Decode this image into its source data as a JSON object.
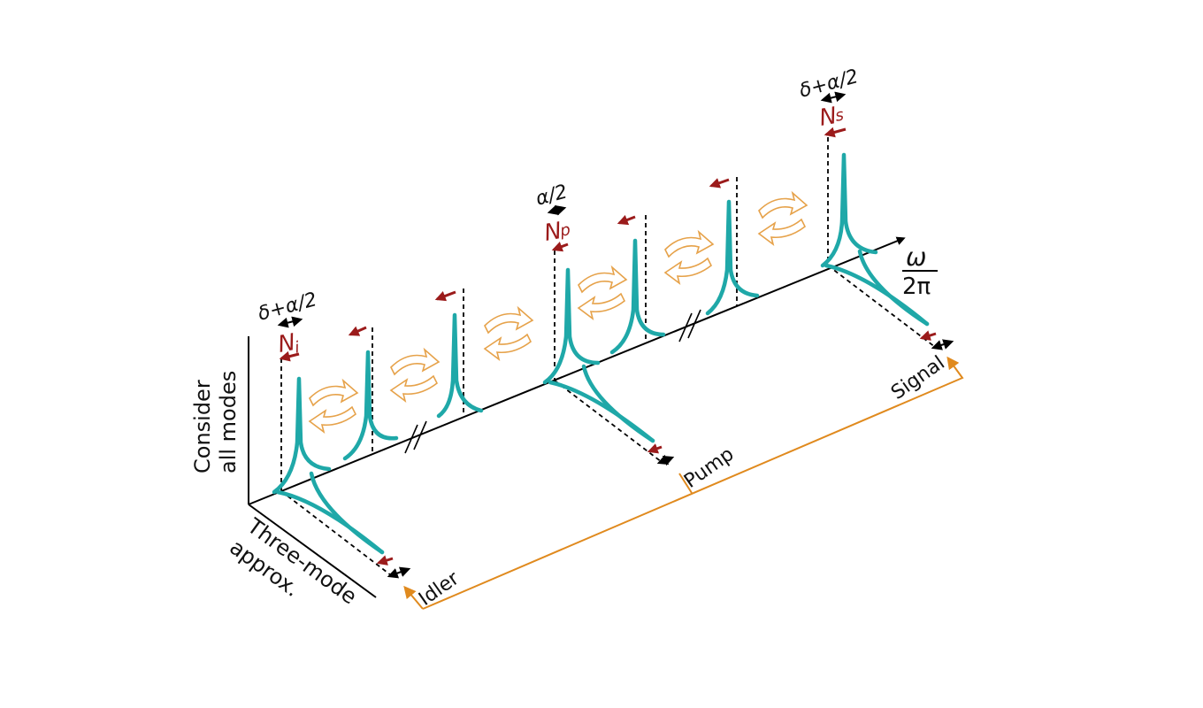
{
  "figure": {
    "vertical_axis_label": [
      "Consider",
      "all modes"
    ],
    "depth_axis_label": [
      "Three-mode",
      "approx."
    ],
    "frequency_axis_label": {
      "numerator": "ω",
      "denominator": "2π"
    },
    "modes": {
      "idler": {
        "symbol": "N",
        "subscript": "i",
        "detuning_label": "δ+α/2",
        "branch_label": "Idler"
      },
      "pump": {
        "symbol": "N",
        "subscript": "p",
        "detuning_label": "α/2",
        "branch_label": "Pump"
      },
      "signal": {
        "symbol": "N",
        "subscript": "s",
        "detuning_label": "δ+α/2",
        "branch_label": "Signal"
      }
    },
    "colors": {
      "resonance_peak": "#1fa8a8",
      "frequency_shift_arrow": "#9b1b1b",
      "coupling_arrow_outline": "#e6a24a",
      "bracket_line": "#e08a1e",
      "axis": "#000000"
    },
    "peak_count": 7,
    "axis_break_symbols": 2,
    "coupling_arrow_pairs": 6
  }
}
